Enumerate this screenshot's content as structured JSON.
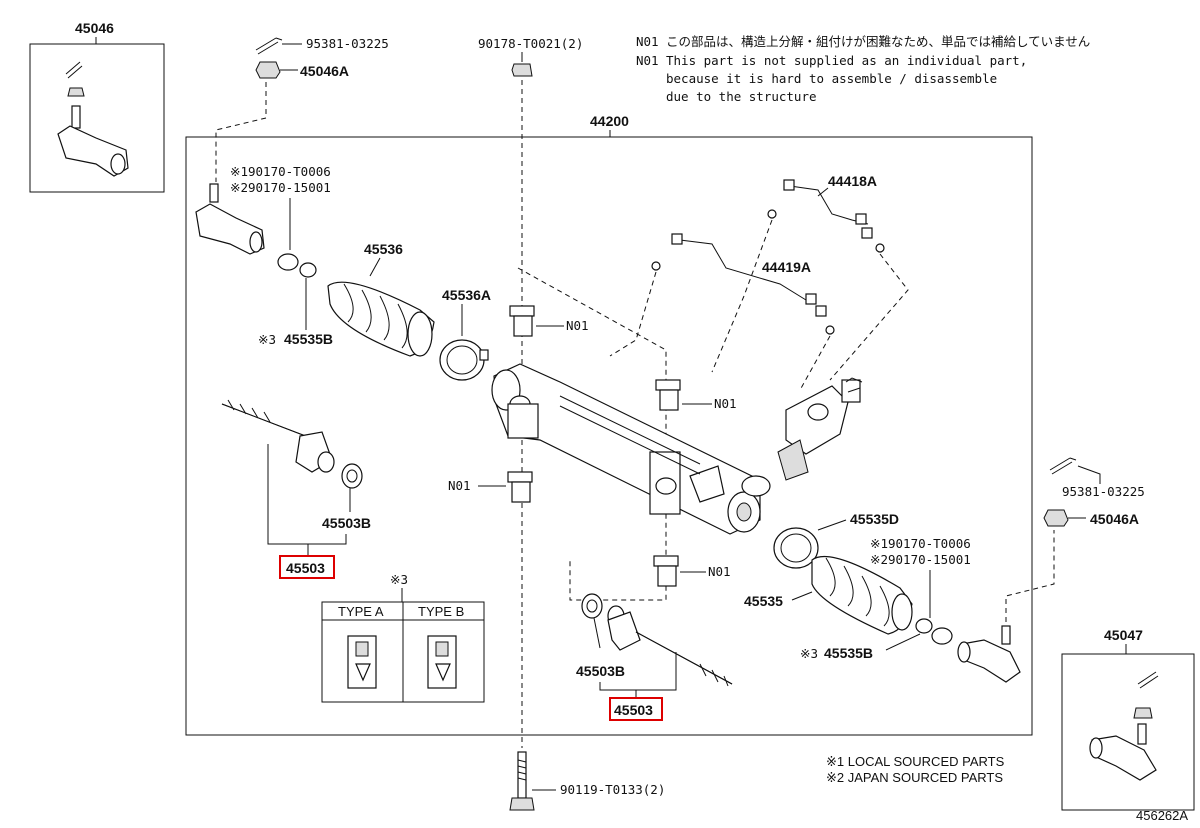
{
  "notes": {
    "n01_mark": "N01",
    "n01_jp": "この部品は、構造上分解・組付けが困難なため、単品では補給していません",
    "n01_en_1": "This part is not supplied as an individual part,",
    "n01_en_2": "because it is hard to assemble / disassemble",
    "n01_en_3": "due to the structure"
  },
  "legend": {
    "line1": "※1 LOCAL SOURCED PARTS",
    "line2": "※2 JAPAN SOURCED PARTS"
  },
  "diagram_id": "456262A",
  "type_box": {
    "mark": "※3",
    "type_a": "TYPE A",
    "type_b": "TYPE B"
  },
  "parts": {
    "p45046": "45046",
    "p95381_top": "95381-03225",
    "p45046A_top": "45046A",
    "p90178": "90178-T0021(2)",
    "p44200": "44200",
    "p190170_left": "※190170-T0006",
    "p290170_left": "※290170-15001",
    "p45536": "45536",
    "p45536A": "45536A",
    "p45535B_left_mark": "※3",
    "p45535B_left": "45535B",
    "p44418A": "44418A",
    "p44419A": "44419A",
    "n01_a": "N01",
    "n01_b": "N01",
    "n01_c": "N01",
    "n01_d": "N01",
    "p45503B_left": "45503B",
    "p45503_left": "45503",
    "p95381_right": "95381-03225",
    "p45046A_right": "45046A",
    "p45535D": "45535D",
    "p190170_right": "※190170-T0006",
    "p290170_right": "※290170-15001",
    "p45535": "45535",
    "p45535B_right_mark": "※3",
    "p45535B_right": "45535B",
    "p45503B_right": "45503B",
    "p45503_right": "45503",
    "p45047": "45047",
    "p90119": "90119-T0133(2)"
  }
}
